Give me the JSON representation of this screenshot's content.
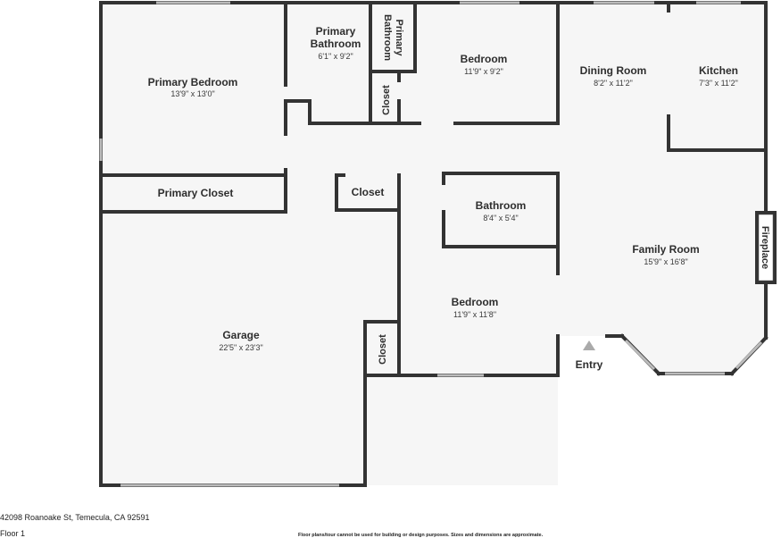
{
  "rooms": {
    "primary_bedroom": {
      "name": "Primary Bedroom",
      "dims": "13'9\" x 13'0\""
    },
    "primary_bathroom": {
      "name_line1": "Primary",
      "name_line2": "Bathroom",
      "dims": "6'1\" x 9'2\""
    },
    "primary_bathroom_small": {
      "name_line1": "Primary",
      "name_line2": "Bathroom"
    },
    "bedroom_top": {
      "name": "Bedroom",
      "dims": "11'9\" x 9'2\""
    },
    "closet_top": {
      "name": "Closet"
    },
    "dining_room": {
      "name": "Dining Room",
      "dims": "8'2\" x 11'2\""
    },
    "kitchen": {
      "name": "Kitchen",
      "dims": "7'3\" x 11'2\""
    },
    "primary_closet": {
      "name": "Primary Closet"
    },
    "closet_mid": {
      "name": "Closet"
    },
    "bathroom": {
      "name": "Bathroom",
      "dims": "8'4\" x 5'4\""
    },
    "family_room": {
      "name": "Family Room",
      "dims": "15'9\" x 16'8\""
    },
    "fireplace": {
      "name": "Fireplace"
    },
    "garage": {
      "name": "Garage",
      "dims": "22'5\" x 23'3\""
    },
    "bedroom_bottom": {
      "name": "Bedroom",
      "dims": "11'9\" x 11'8\""
    },
    "closet_bottom": {
      "name": "Closet"
    },
    "entry": {
      "name": "Entry"
    }
  },
  "footer": {
    "address": "42098 Roanoake St, Temecula, CA 92591",
    "floor": "Floor 1",
    "disclaimer": "Floor plans/tour cannot be used for building or design purposes. Sizes and dimensions are approximate."
  },
  "colors": {
    "wall": "#333333",
    "floor": "#f6f6f6",
    "window": "#bbbbbb"
  }
}
